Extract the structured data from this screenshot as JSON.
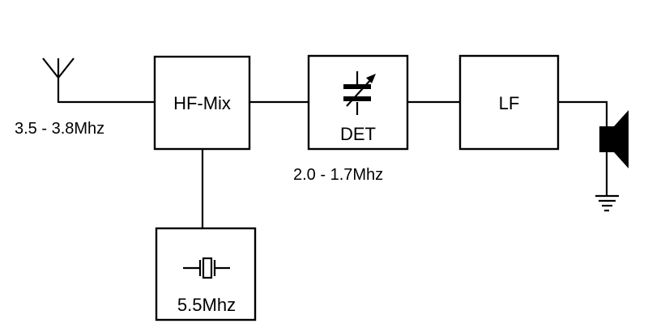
{
  "diagram": {
    "blocks": {
      "hf_mix": "HF-Mix",
      "det": "DET",
      "lf": "LF",
      "oscillator": "5.5Mhz"
    },
    "labels": {
      "input_frequency": "3.5 - 3.8Mhz",
      "if_frequency": "2.0 - 1.7Mhz"
    }
  }
}
